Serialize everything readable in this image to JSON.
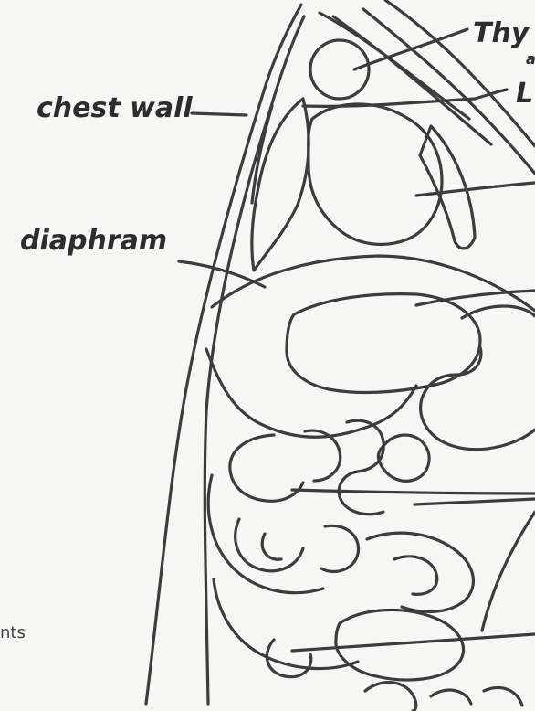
{
  "diagram": {
    "labels": {
      "chest_wall": "chest wall",
      "diaphram": "diaphram",
      "thymus_fragment": "Thy",
      "label_fragment_l": "L",
      "small_mark": "a",
      "bottom_fragment": "nts"
    }
  }
}
